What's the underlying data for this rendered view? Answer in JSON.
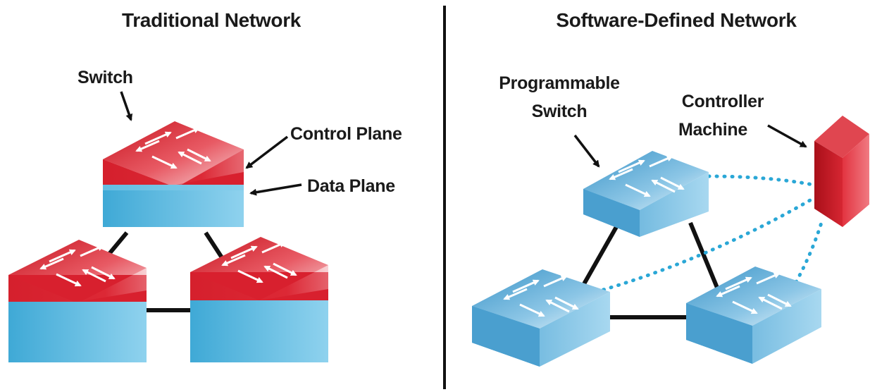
{
  "left_panel": {
    "title": "Traditional Network",
    "labels": {
      "switch": "Switch",
      "control_plane": "Control Plane",
      "data_plane": "Data Plane"
    }
  },
  "right_panel": {
    "title": "Software-Defined Network",
    "labels": {
      "programmable_line1": "Programmable",
      "programmable_line2": "Switch",
      "controller_line1": "Controller",
      "controller_line2": "Machine"
    }
  },
  "colors": {
    "control_plane_red": "#d8202e",
    "data_plane_blue": "#5ab8de",
    "sdn_switch_blue": "#6fb7df",
    "controller_red": "#d21f2b",
    "dotted_link": "#2aa7d6",
    "divider": "#111111"
  },
  "icons": {
    "switch_arrows": "bidirectional-arrows-icon",
    "controller": "server-tower-icon"
  }
}
